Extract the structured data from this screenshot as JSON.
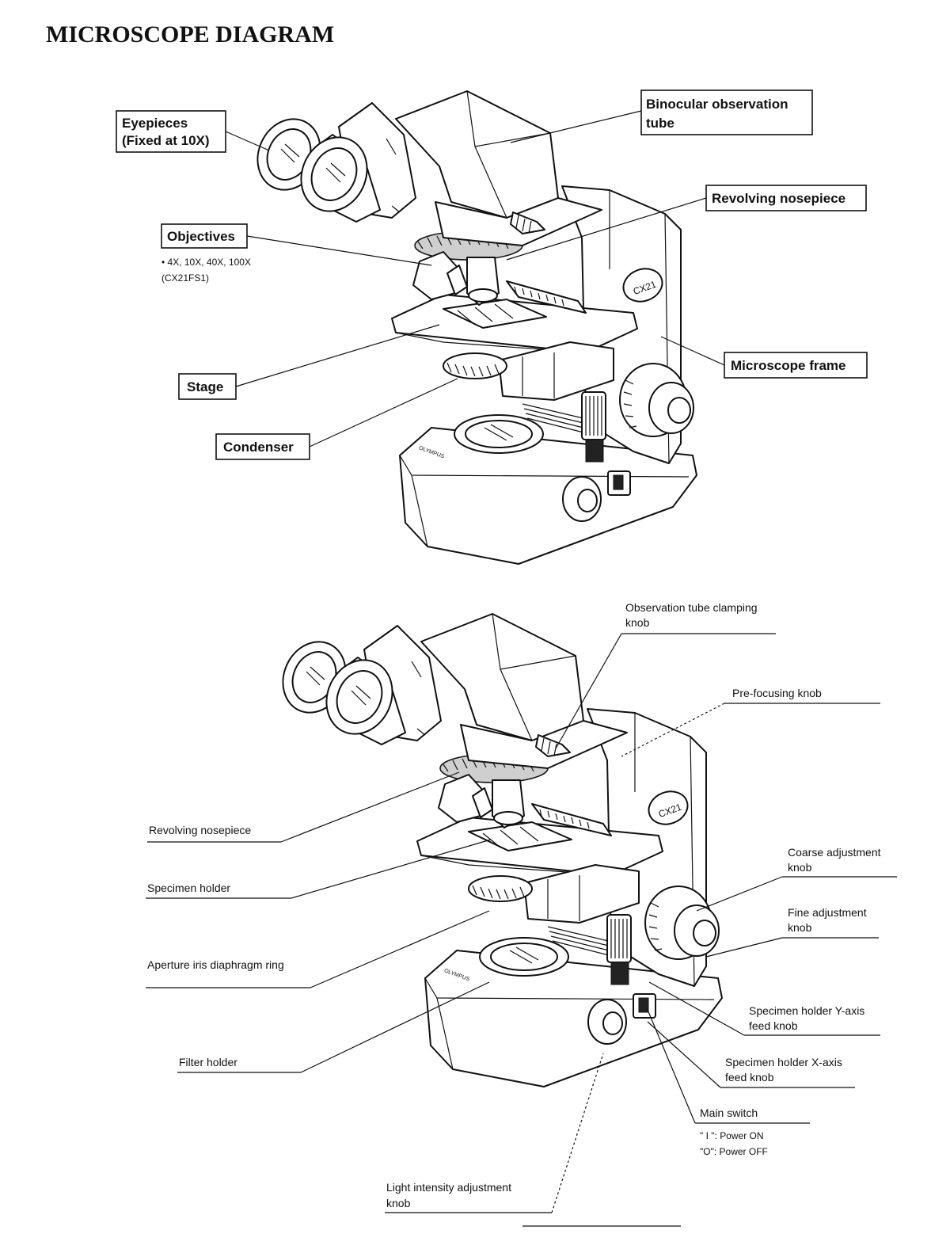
{
  "title": "MICROSCOPE DIAGRAM",
  "top_labels": {
    "eyepieces_l1": "Eyepieces",
    "eyepieces_l2": "(Fixed at 10X)",
    "binocular_l1": "Binocular observation",
    "binocular_l2": "tube",
    "revolving": "Revolving nosepiece",
    "objectives": "Objectives",
    "objectives_note_l1": "• 4X, 10X, 40X, 100X",
    "objectives_note_l2": "(CX21FS1)",
    "frame": "Microscope frame",
    "stage": "Stage",
    "condenser": "Condenser"
  },
  "bottom_labels": {
    "clamp_l1": "Observation tube clamping",
    "clamp_l2": "knob",
    "prefocus": "Pre-focusing knob",
    "revolving": "Revolving nosepiece",
    "specimen_holder": "Specimen holder",
    "aperture": "Aperture iris diaphragm ring",
    "filter": "Filter holder",
    "coarse_l1": "Coarse adjustment",
    "coarse_l2": "knob",
    "fine_l1": "Fine adjustment",
    "fine_l2": "knob",
    "yaxis_l1": "Specimen holder Y-axis",
    "yaxis_l2": "feed knob",
    "xaxis_l1": "Specimen holder X-axis",
    "xaxis_l2": "feed knob",
    "main_switch": "Main switch",
    "power_on": "\" I \": Power ON",
    "power_off": "\"O\": Power OFF",
    "light_l1": "Light intensity adjustment",
    "light_l2": "knob"
  },
  "model_badge": "CX21",
  "brand_badge": "OLYMPUS"
}
